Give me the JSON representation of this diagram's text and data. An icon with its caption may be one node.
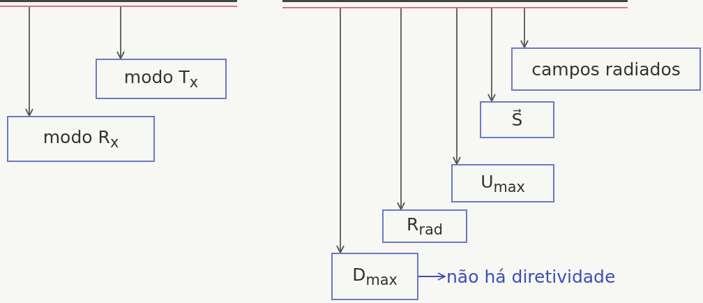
{
  "diagram": {
    "nodes": [
      {
        "text": [],
        "shape": "bar"
      },
      {
        "text": [],
        "shape": "bar"
      },
      {
        "text": [
          "modo T$_{x}$"
        ]
      },
      {
        "text": [
          "modo R$_{x}$"
        ]
      },
      {
        "text": [
          "campos radiados"
        ]
      },
      {
        "text": [
          "S⃗"
        ]
      },
      {
        "text": [
          "U$_{max}$"
        ]
      },
      {
        "text": [
          "R$_{rad}$"
        ]
      },
      {
        "text": [
          "D$_{max}$"
        ]
      },
      {
        "text": [
          "não há diretividade"
        ]
      }
    ],
    "edges": [
      {
        "from": 0,
        "to": 3,
        "arrow": "to"
      },
      {
        "from": 0,
        "to": 2,
        "arrow": "to"
      },
      {
        "from": 1,
        "to": 8,
        "arrow": "to"
      },
      {
        "from": 1,
        "to": 7,
        "arrow": "to"
      },
      {
        "from": 1,
        "to": 6,
        "arrow": "to"
      },
      {
        "from": 1,
        "to": 5,
        "arrow": "to"
      },
      {
        "from": 1,
        "to": 4,
        "arrow": "to"
      },
      {
        "from": 8,
        "to": 9,
        "arrow": "to",
        "color": "#3a4fb8"
      }
    ]
  }
}
